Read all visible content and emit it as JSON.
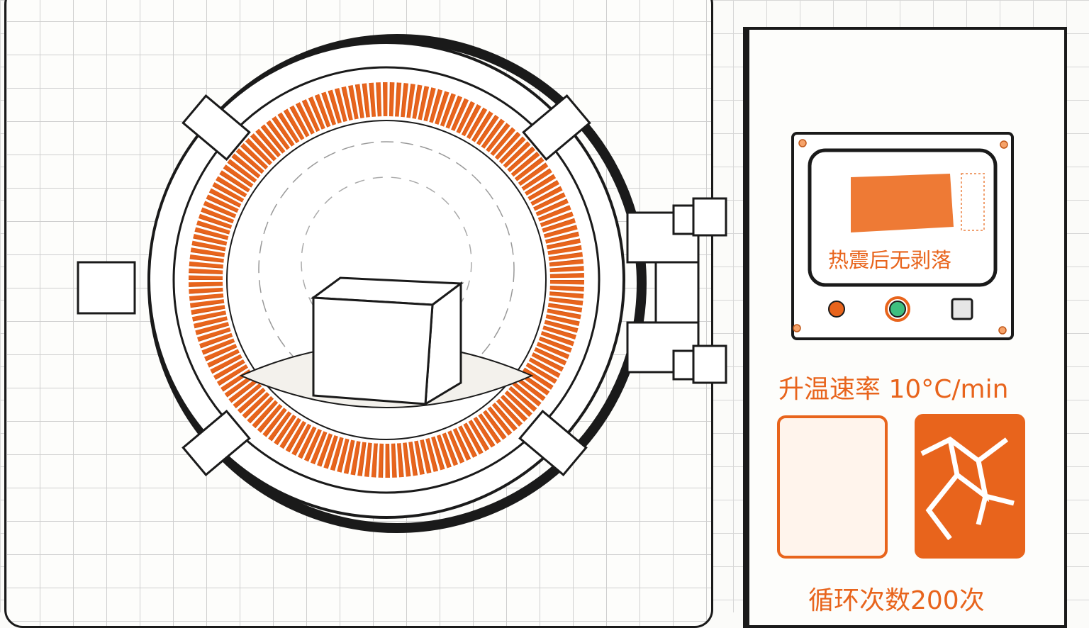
{
  "labels": {
    "screen_text": "热震后无剥落",
    "heating_rate": "升温速率 10°C/min",
    "cycle_count": "循环次数200次"
  },
  "colors": {
    "accent": "#e8641c",
    "ink": "#1a1a1a",
    "indicator_green": "#3fbf7f"
  }
}
